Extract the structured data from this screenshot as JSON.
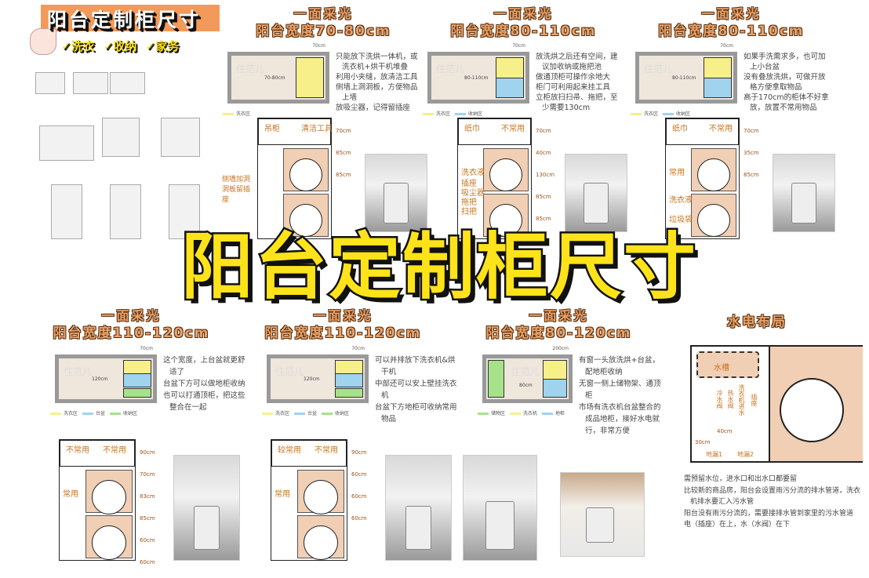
{
  "banner": {
    "title": "阳台定制柜尺寸",
    "tags": [
      "✓洗衣",
      "✓收纳",
      "✓家务"
    ]
  },
  "main_title": "阳台定制柜尺寸",
  "sections": [
    {
      "header": "一面采光",
      "width_title": "阳台宽度70-80cm",
      "plan_dim": "70-80cm",
      "ruler": "70cm",
      "watermark": "住范儿",
      "legend": [
        "洗衣区"
      ],
      "bullets": [
        "只能放下洗烘一体机，或洗衣机+烘干机堆叠",
        "利用小夹缝，放清洁工具",
        "侧墙上洞洞板，方便物品上墙",
        "放吸尘器，记得留插座"
      ],
      "labels": [
        "吊柜",
        "清洁工具",
        "侧墙加洞洞板留插座"
      ],
      "dims": [
        "70cm",
        "85cm",
        "85cm"
      ]
    },
    {
      "header": "一面采光",
      "width_title": "阳台宽度80-110cm",
      "plan_dim": "80-110cm",
      "ruler": "70cm",
      "watermark": "住范儿",
      "legend": [
        "洗衣区",
        "收纳区"
      ],
      "bullets": [
        "放洗烘之后还有空间，建议加收纳或拖把池",
        "做通顶柜可操作余地大",
        "柜门可利用起来挂工具",
        "立柜放扫扫帚、拖把，至少需要130cm"
      ],
      "labels": [
        "纸巾",
        "不常用",
        "洗衣液",
        "插座 吸尘器 拖把 扫把"
      ],
      "dims": [
        "70cm",
        "40cm",
        "130cm",
        "85cm",
        "85cm"
      ]
    },
    {
      "header": "一面采光",
      "width_title": "阳台宽度80-110cm",
      "plan_dim": "80-110cm",
      "ruler": "70cm",
      "watermark": "住范儿",
      "legend": [
        "洗衣区",
        "收纳区"
      ],
      "bullets": [
        "如果手洗需求多，也可加上小台盆",
        "没有叠放洗烘，可做开放格方便拿取物品",
        "高于170cm的柜体不好拿放，放置不常用物品"
      ],
      "labels": [
        "纸巾",
        "不常用",
        "常用",
        "洗衣液",
        "垃圾袋"
      ],
      "dims": [
        "70cm",
        "35cm",
        "85cm"
      ]
    },
    {
      "header": "一面采光",
      "width_title": "阳台宽度110-120cm",
      "plan_dim": "120cm",
      "ruler": "70cm",
      "watermark": "住范儿",
      "legend": [
        "洗衣区",
        "台盆",
        "收纳区"
      ],
      "bullets": [
        "这个宽度，上台盆就更舒适了",
        "台盆下方可以做地柜收纳",
        "也可以打通顶柜，把这些整合在一起"
      ],
      "labels": [
        "不常用",
        "不常用",
        "常用"
      ],
      "dims": [
        "90cm",
        "70cm",
        "83cm",
        "85cm",
        "60cm",
        "60cm"
      ]
    },
    {
      "header": "一面采光",
      "width_title": "阳台宽度110-120cm",
      "plan_dim": "120cm",
      "ruler": "70cm",
      "watermark": "住范儿",
      "legend": [
        "洗衣区",
        "台盆",
        "收纳区"
      ],
      "bullets": [
        "可以并排放下洗衣机&烘干机",
        "中部还可以安上壁挂洗衣机",
        "台盆下方地柜可收纳常用物品"
      ],
      "labels": [
        "较常用",
        "不常用",
        "常用"
      ],
      "dims": [
        "90cm",
        "60cm",
        "60cm",
        "60cm"
      ]
    },
    {
      "header": "一面采光",
      "width_title": "阳台宽度80-120cm",
      "plan_dim": "80cm",
      "ruler": "200cm",
      "watermark": "住范儿",
      "legend": [
        "储物区",
        "洗衣机",
        "地柜"
      ],
      "bullets": [
        "有窗一头放洗烘+台盆，配地柜收纳",
        "无窗一侧上储物架、通顶柜",
        "市场有洗衣机台盆整合的成品地柜，接好水电就行，非常方便"
      ],
      "labels": [],
      "dims": []
    }
  ],
  "utilities": {
    "title": "水电布局",
    "labels": [
      "水槽",
      "冷水阀",
      "热水阀",
      "洗衣机进水",
      "插座",
      "地漏1",
      "地漏2"
    ],
    "dims": [
      "40cm",
      "30cm"
    ],
    "bullets": [
      "需预留水位，进水口和出水口都要留",
      "比较新的商品房，阳台会设置雨污分流的排水管道，洗衣机排水要汇入污水管",
      "阳台没有雨污分流的，需要接排水管到家里的污水管道",
      "电（插座）在上，水（水阀）在下"
    ]
  },
  "colors": {
    "title_yellow": "#ffe31a",
    "header_orange": "#e8a26a",
    "laundry": "#f7f08a",
    "storage": "#9fd3ee",
    "sink": "#9fd3ee",
    "green": "#a6e28a",
    "machine": "#f1cfb4",
    "banner_orange": "#f39a5a"
  }
}
